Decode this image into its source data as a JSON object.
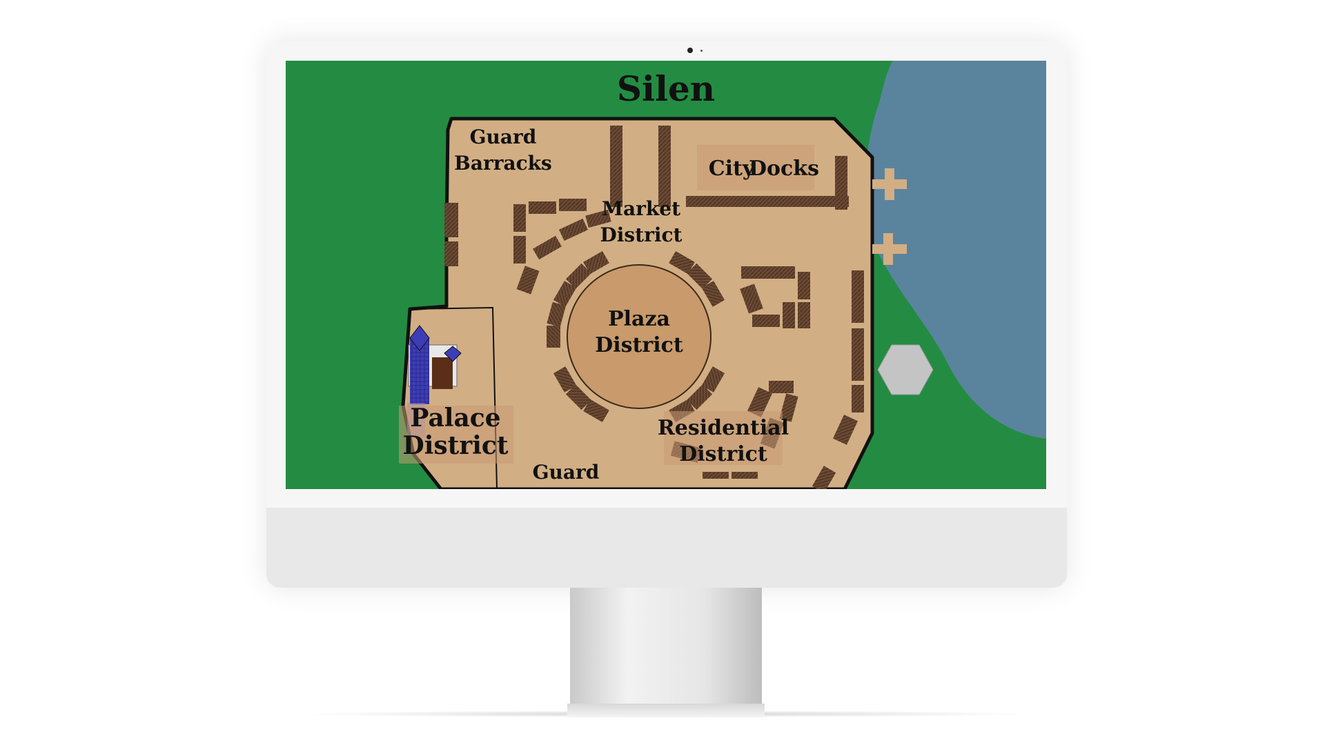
{
  "map": {
    "title": "Silen",
    "colors": {
      "grass": "#238c42",
      "water": "#5a849e",
      "ground": "#d2ae84",
      "plaza": "#c89a6c",
      "building": "#6b4a34",
      "palace": "#3d3db8",
      "hexagon": "#c4c4c4",
      "outline": "#111111"
    },
    "labels": {
      "guard_barracks_1": "Guard",
      "guard_barracks_2": "Barracks",
      "market_1": "Market",
      "market_2": "District",
      "city_docks_1": "City",
      "city_docks_2": "Docks",
      "plaza_1": "Plaza",
      "plaza_2": "District",
      "palace_1": "Palace",
      "palace_2": "District",
      "residential_1": "Residential",
      "residential_2": "District",
      "guard_south": "Guard"
    }
  }
}
